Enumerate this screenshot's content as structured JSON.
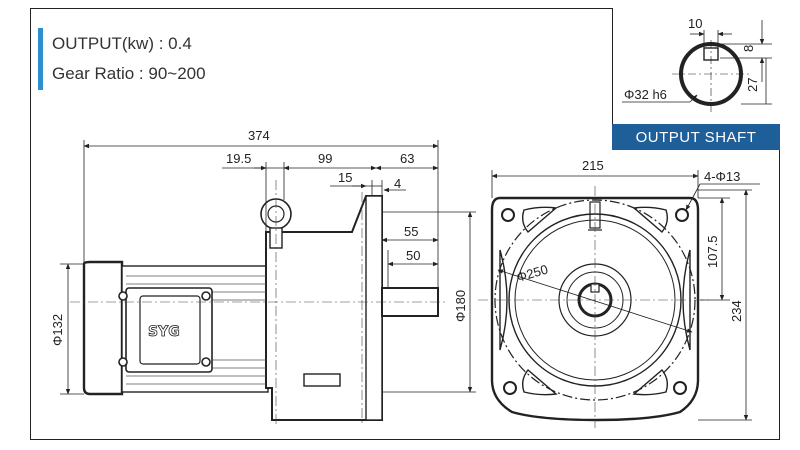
{
  "specs": {
    "output": "OUTPUT(kw) : 0.4",
    "gear_ratio": "Gear Ratio : 90~200"
  },
  "shaft_panel": {
    "title": "OUTPUT SHAFT",
    "dim_key_width": "10",
    "dim_key_depth": "8",
    "dim_height": "27",
    "dim_diameter": "Φ32 h6"
  },
  "side_view": {
    "dim_total_length": "374",
    "dim_19_5": "19.5",
    "dim_99": "99",
    "dim_63": "63",
    "dim_15": "15",
    "dim_4": "4",
    "dim_55": "55",
    "dim_50": "50",
    "dim_phi180": "Φ180",
    "dim_phi132": "Φ132",
    "logo": "SYG"
  },
  "front_view": {
    "dim_width": "215",
    "dim_holes": "4-Φ13",
    "dim_107_5": "107.5",
    "dim_234": "234",
    "dim_phi250": "Φ250"
  },
  "colors": {
    "accent_bar": "#2b8fd0",
    "banner": "#1e5f99",
    "line": "#222222"
  }
}
